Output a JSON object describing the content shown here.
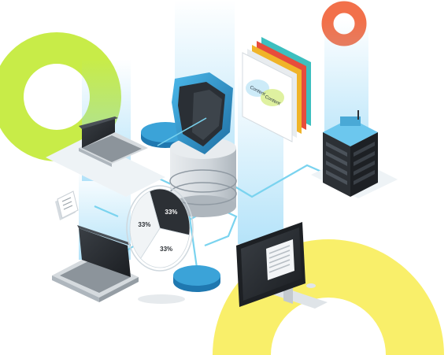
{
  "chart_data": {
    "type": "pie",
    "values": [
      33,
      33,
      33
    ],
    "labels": [
      "33%",
      "33%",
      "33%"
    ]
  },
  "card_labels": [
    "Content",
    "Content"
  ],
  "colors": {
    "green_ring": "#c8ec48",
    "yellow_ring": "#f9ef6a",
    "orange_ring": "#f2704a",
    "light_beam": "#8fd5f6",
    "connector": "#7ad3ef",
    "blue_puck": "#3ba3d8",
    "device_dark": "#2c3035",
    "shield_blue": "#3aa4d9",
    "cylinder": "#d8dde1"
  },
  "icons": [
    "laptop-icon",
    "database-icon",
    "shield-icon",
    "server-rack-icon",
    "monitor-icon",
    "document-stack-icon",
    "pie-chart-icon"
  ]
}
